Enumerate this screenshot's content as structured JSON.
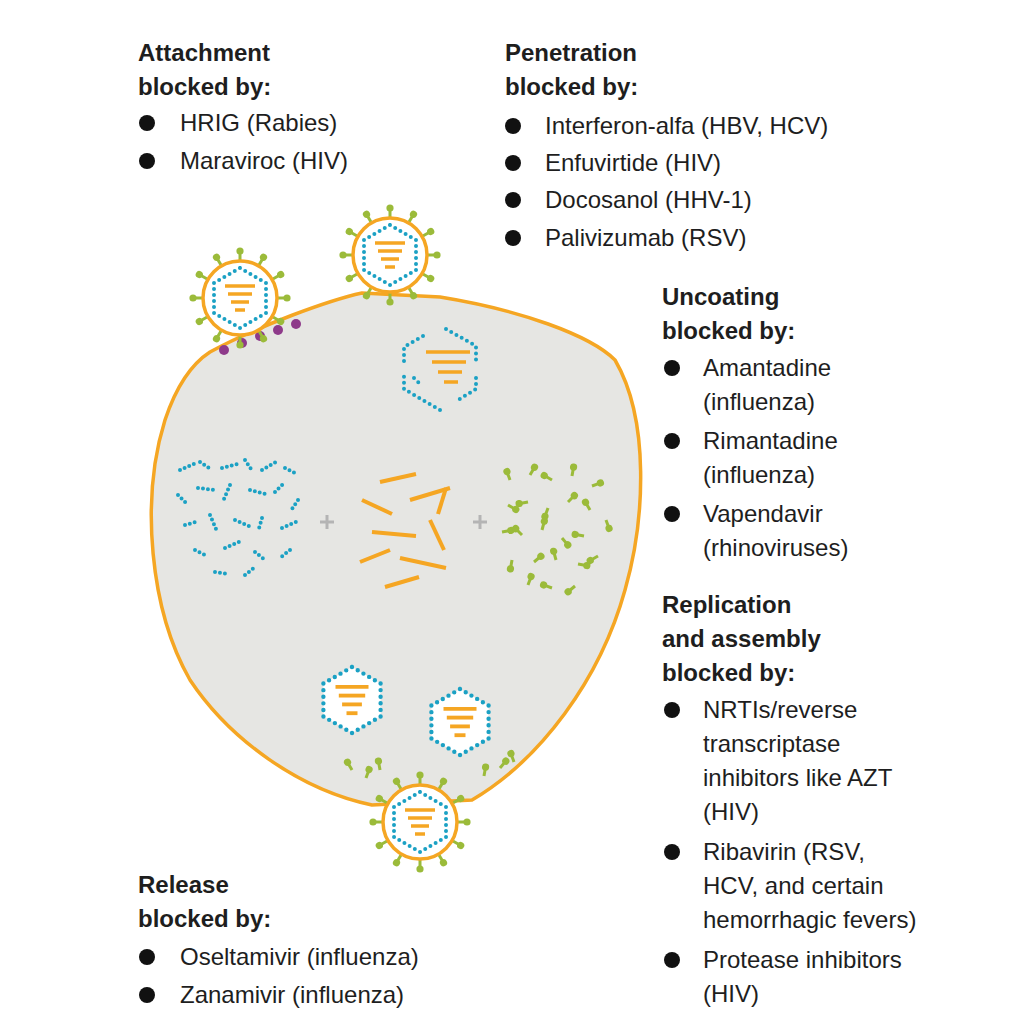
{
  "diagram": {
    "labels": [
      "Attachment blocked by:",
      "HRIG (Rabies)",
      "Maraviroc (HIV)",
      "Penetration blocked by:",
      "Interferon-alfa (HBV, HCV)",
      "Enfuvirtide (HIV)",
      "Docosanol (HHV-1)",
      "Palivizumab (RSV)",
      "Uncoating blocked by:",
      "Amantadine (influenza)",
      "Rimantadine (influenza)",
      "Vapendavir (rhinoviruses)",
      "Replication and assembly blocked by:",
      "NRTIs/reverse transcriptase inhibitors like AZT (HIV)",
      "Ribavirin (RSV, HCV, and certain hemorrhagic fevers)",
      "Protease inhibitors (HIV)",
      "Release blocked by:",
      "Oseltamivir (influenza)",
      "Zanamivir (influenza)"
    ]
  }
}
